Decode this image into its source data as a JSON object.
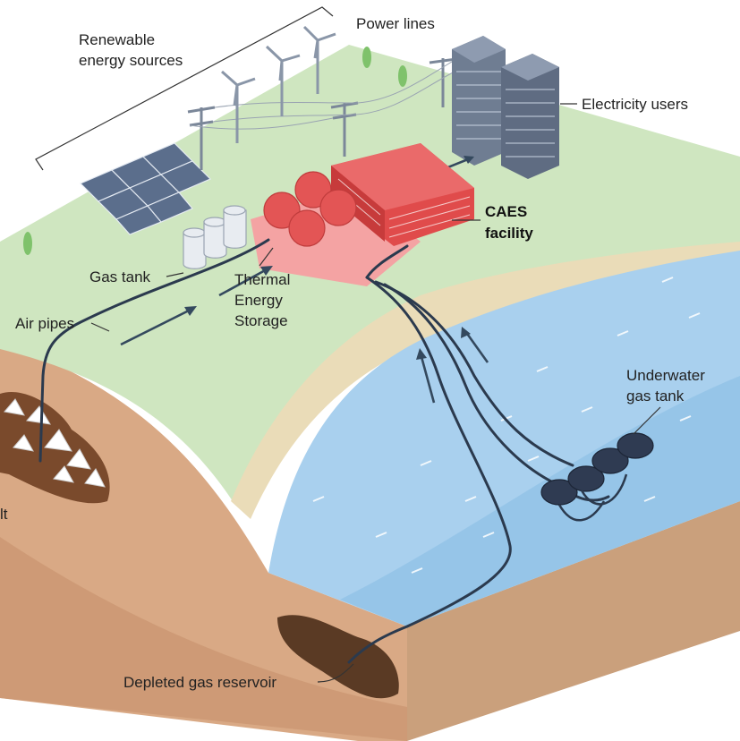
{
  "labels": {
    "renewable_line1": "Renewable",
    "renewable_line2": "energy sources",
    "power_lines": "Power lines",
    "electricity_users": "Electricity users",
    "caes_line1": "CAES",
    "caes_line2": "facility",
    "gas_tank": "Gas tank",
    "thermal_line1": "Thermal",
    "thermal_line2": "Energy",
    "thermal_line3": "Storage",
    "air_pipes": "Air pipes",
    "underwater_line1": "Underwater",
    "underwater_line2": "gas tank",
    "salt_fragment": "lt",
    "depleted_reservoir": "Depleted gas reservoir"
  },
  "colors": {
    "land_green": "#cfe6c0",
    "shore_sand": "#eadcb8",
    "water_blue": "#a9d0ee",
    "soil_brown": "#d9a985",
    "facility_red": "#e04b4b",
    "facility_pink": "#f4a3a3",
    "pipe_navy": "#2b3a4e",
    "building_gray": "#6f7d92"
  },
  "icons": [
    "wind-turbine-icon",
    "solar-panel-icon",
    "power-pylon-icon",
    "tree-icon",
    "office-building-icon",
    "gas-tank-icon",
    "thermal-storage-dome-icon",
    "underwater-tank-icon",
    "salt-cavern-icon",
    "reservoir-icon",
    "flow-arrow-icon"
  ]
}
